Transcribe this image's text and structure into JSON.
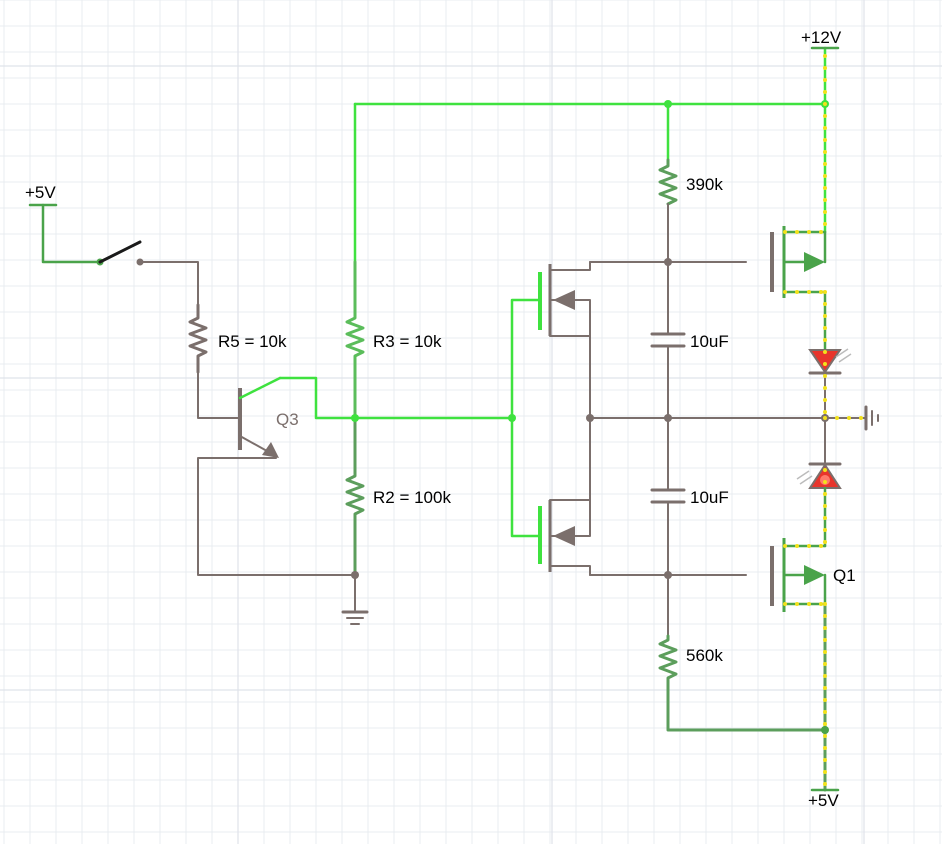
{
  "labels": {
    "vcc5_left": "+5V",
    "vcc12": "+12V",
    "vcc5_bottom": "+5V",
    "r5": "R5 = 10k",
    "r3": "R3 = 10k",
    "r2": "R2 = 100k",
    "q3": "Q3",
    "r390k": "390k",
    "r560k": "560k",
    "c_top": "10uF",
    "c_bottom": "10uF",
    "q1": "Q1"
  },
  "colors": {
    "wire_inactive": "#7b6f6c",
    "wire_high": "#3fe23f",
    "wire_low": "#4aa34a",
    "current_dots": "#f2e21b",
    "led_on": "#e8352c",
    "background": "#ffffff",
    "grid": "#e9ecf1"
  },
  "components": {
    "switch_state": "closed",
    "led_top_state": "on",
    "led_bottom_state": "on"
  }
}
